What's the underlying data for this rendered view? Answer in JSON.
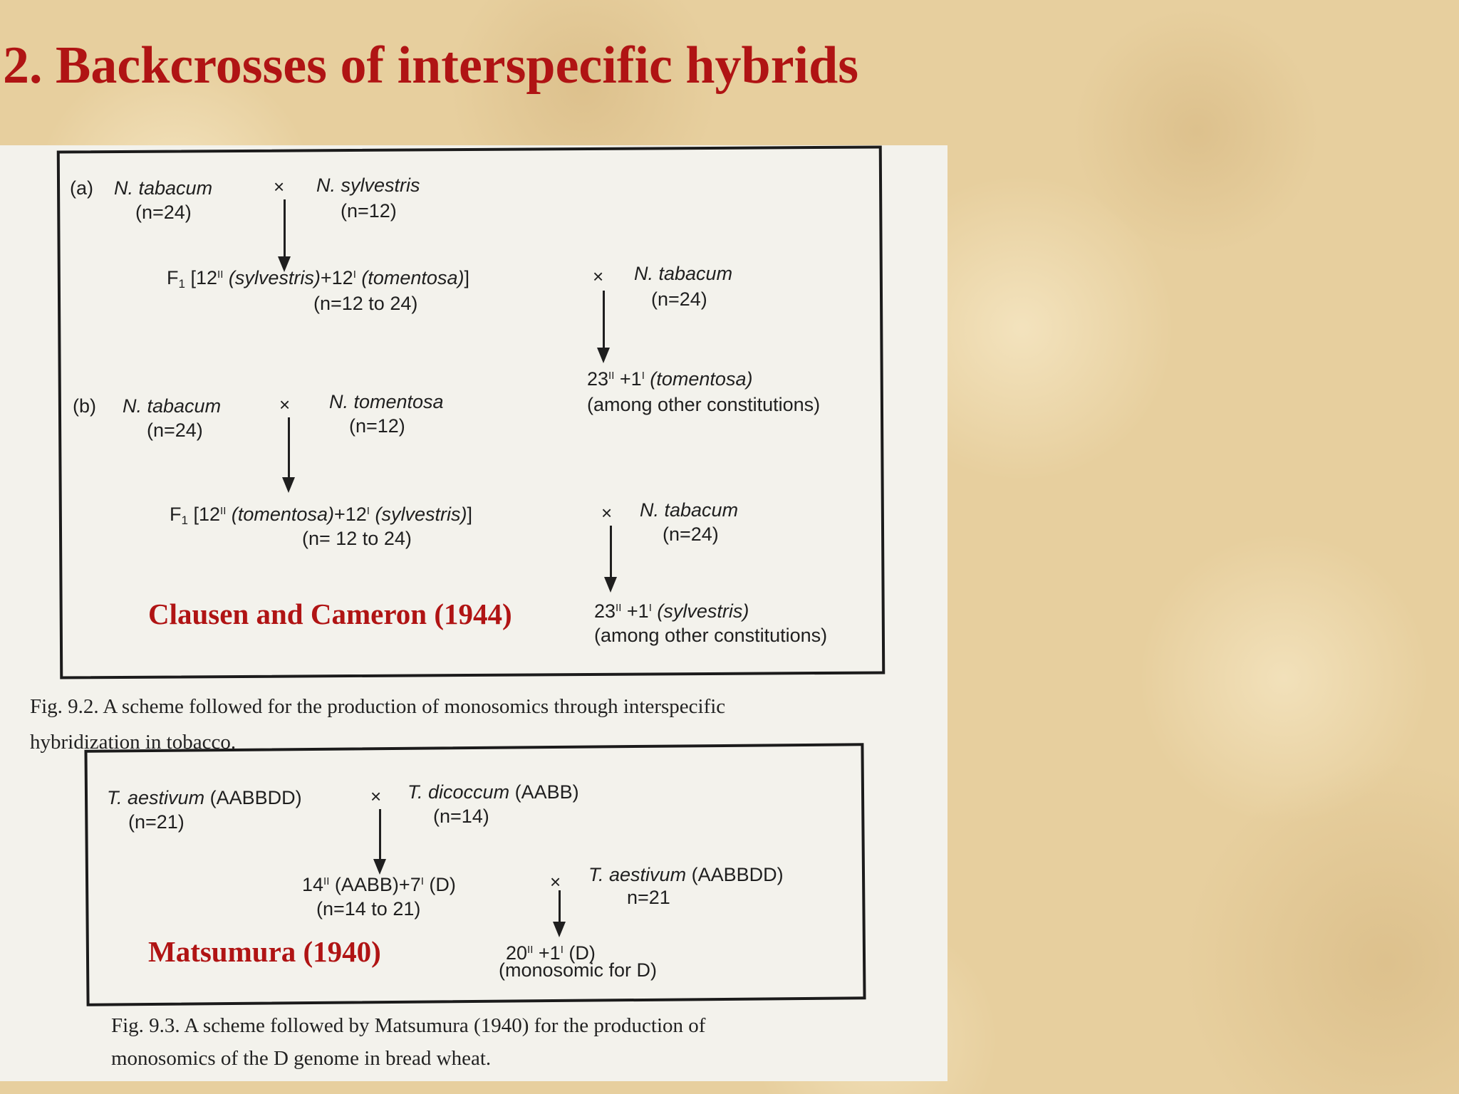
{
  "title": "2. Backcrosses of interspecific hybrids",
  "figure_92": {
    "a": {
      "tag": "(a)",
      "female": "N. tabacum",
      "female_n": "(n=24)",
      "cross": "×",
      "male": "N. sylvestris",
      "male_n": "(n=12)",
      "f1_prefix": "F",
      "f1_sub": "1",
      "f1_open": "[12",
      "f1_sup1": "II",
      "f1_sp1": "(sylvestris)",
      "f1_plus": "+12",
      "f1_sup2": "I",
      "f1_sp2": "(tomentosa)",
      "f1_close": "]",
      "f1_n": "(n=12 to 24)",
      "bc_cross": "×",
      "bc_parent": "N. tabacum",
      "bc_parent_n": "(n=24)",
      "result_base": "23",
      "result_sup1": "II",
      "result_plus": "+1",
      "result_sup2": "I",
      "result_sp": "(tomentosa)",
      "result_note": "(among other constitutions)"
    },
    "b": {
      "tag": "(b)",
      "female": "N. tabacum",
      "female_n": "(n=24)",
      "cross": "×",
      "male": "N. tomentosa",
      "male_n": "(n=12)",
      "f1_prefix": "F",
      "f1_sub": "1",
      "f1_open": "[12",
      "f1_sup1": "II",
      "f1_sp1": "(tomentosa)",
      "f1_plus": "+12",
      "f1_sup2": "I",
      "f1_sp2": "(sylvestris)",
      "f1_close": "]",
      "f1_n": "(n= 12 to 24)",
      "bc_cross": "×",
      "bc_parent": "N. tabacum",
      "bc_parent_n": "(n=24)",
      "result_base": "23",
      "result_sup1": "II",
      "result_plus": "+1",
      "result_sup2": "I",
      "result_sp": "(sylvestris)",
      "result_note": "(among other constitutions)"
    },
    "credit": "Clausen and Cameron (1944)",
    "caption_line1": "Fig. 9.2. A scheme followed for the production of monosomics through interspecific",
    "caption_line2": "hybridization in tobacco."
  },
  "figure_93": {
    "female": "T. aestivum",
    "female_genome": "(AABBDD)",
    "female_n": "(n=21)",
    "cross": "×",
    "male": "T. dicoccum",
    "male_genome": "(AABB)",
    "male_n": "(n=14)",
    "f1_base": "14",
    "f1_sup1": "II",
    "f1_mid": "(AABB)+7",
    "f1_sup2": "I",
    "f1_end": "(D)",
    "f1_n": "(n=14 to 21)",
    "bc_cross": "×",
    "bc_parent": "T. aestivum",
    "bc_parent_genome": "(AABBDD)",
    "bc_parent_n": "n=21",
    "result_base": "20",
    "result_sup1": "II",
    "result_plus": "+1",
    "result_sup2": "I",
    "result_end": "(D)",
    "result_note": "(monosomic for D)",
    "credit": "Matsumura (1940)",
    "caption_line1": "Fig. 9.3. A scheme followed by Matsumura (1940) for the production of",
    "caption_line2": "monosomics of the D genome in bread wheat."
  }
}
